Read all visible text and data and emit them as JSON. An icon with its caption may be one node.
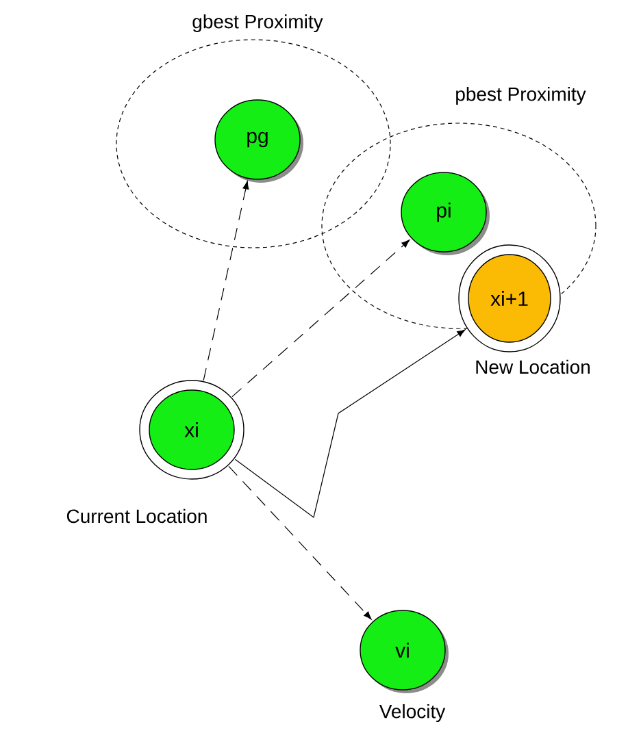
{
  "diagram": {
    "nodes": [
      {
        "text": [
          "gbest Proximity"
        ]
      },
      {
        "text": [
          "pg"
        ],
        "in": 0
      },
      {
        "text": [
          "pbest Proximity"
        ]
      },
      {
        "text": [
          "pi"
        ],
        "in": 2
      },
      {
        "text": [
          "xi+1"
        ],
        "beside": [
          "New Location"
        ]
      },
      {
        "text": [
          "xi"
        ],
        "beside": [
          "Current Location"
        ]
      },
      {
        "text": [
          "vi"
        ],
        "beside": [
          "Velocity"
        ]
      }
    ],
    "edges": [
      {
        "from": 5,
        "to": 1,
        "arrow": "to",
        "style": "dashed"
      },
      {
        "from": 5,
        "to": 3,
        "arrow": "to",
        "style": "dashed"
      },
      {
        "from": 5,
        "to": 4,
        "arrow": "to"
      },
      {
        "from": 5,
        "to": 6,
        "arrow": "to",
        "style": "dashed"
      }
    ]
  }
}
